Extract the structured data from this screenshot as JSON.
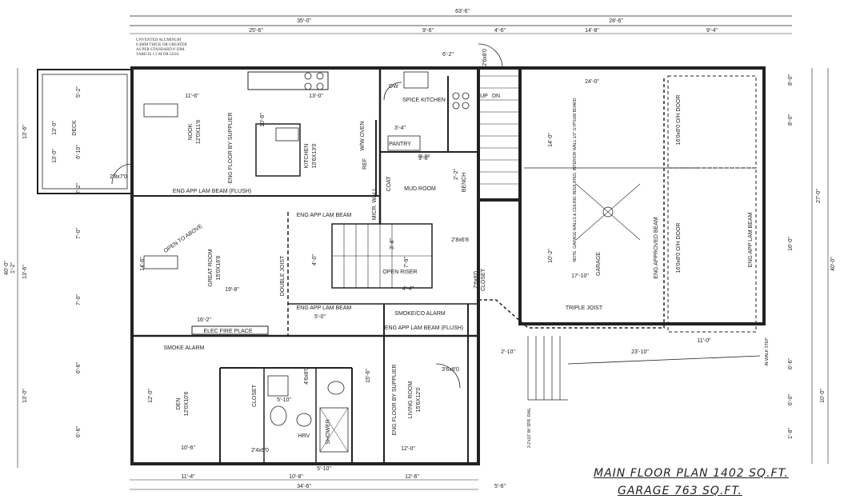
{
  "title": {
    "line1": "MAIN FLOOR PLAN 1402 SQ.FT.",
    "line2": "GARAGE 763 SQ.FT."
  },
  "notes": {
    "top_left": [
      "UNVENTED ALUMINUM",
      "0.4mm THICK OR GREATER",
      "AS PER STANDARD 8' DIM.",
      "YARD IS 1.2 M OR LESS"
    ]
  },
  "overall_dims": {
    "total": "63'-6\"",
    "house": "35'-0\"",
    "garage": "28'-6\"",
    "left_depth": "40'-0\"",
    "right_depth": "40'-0\"",
    "right_total": "27'-0\""
  },
  "top_dims": [
    "25'-6\"",
    "9'-6\"",
    "4'-6\"",
    "14'-8\"",
    "9'-4\""
  ],
  "bottom_dims": [
    "11'-4\"",
    "10'-8\"",
    "12'-6\"",
    "34'-6\"",
    "5'-6\"",
    "5'-10\""
  ],
  "left_dims": [
    "13'-6\"",
    "13'-0\"",
    "6'-10\"",
    "5'-2\"",
    "2'-2\"",
    "7'-0\"",
    "7'-0\"",
    "13'-6\"",
    "6'-6\"",
    "13'-0\"",
    "6'-6\"",
    "1'-2\""
  ],
  "right_dims": [
    "8'-0\"",
    "16'-0\"",
    "8'-0\"",
    "6'-6\"",
    "6'-0\"",
    "10'-0\"",
    "1'-8\""
  ],
  "rooms": [
    {
      "name": "DECK",
      "size": "13'-0\""
    },
    {
      "name": "NOOK",
      "size": "12'0X11'6"
    },
    {
      "name": "KITCHEN",
      "size": "10'6X13'0"
    },
    {
      "name": "SPICE KITCHEN",
      "size": "6'-2\""
    },
    {
      "name": "PANTRY",
      "size": "3'-4\""
    },
    {
      "name": "MUD ROOM",
      "size": "9'-0\""
    },
    {
      "name": "GREAT ROOM",
      "size": "15'0X16'6"
    },
    {
      "name": "OPEN RISER",
      "size": "7'-9\""
    },
    {
      "name": "GARAGE",
      "size": "24'-0\""
    },
    {
      "name": "DEN",
      "size": "12'0X10'6"
    },
    {
      "name": "LIVING ROOM",
      "size": "15'6X12'0"
    },
    {
      "name": "CLOSET",
      "size": "4'6x8'0"
    },
    {
      "name": "CLOSET",
      "size": "2'6x8'0"
    },
    {
      "name": "BENCH",
      "size": "2'-2\""
    }
  ],
  "labels": [
    "ENG APP LAM BEAM (FLUSH)",
    "ENG APP LAM BEAM",
    "ENG APP LAM BEAM (FLUSH)",
    "ENG FLOOR BY SUPPLIER",
    "ENG FLOOR BY SUPPLIER",
    "ENG APP LAM BEAM",
    "ENG APPROVED BEAM",
    "ENG APP LAM BEAM",
    "16'0x8'0 O/H DOOR",
    "16'0x8'0 O/H DOOR",
    "DOUBLE JOIST",
    "TRIPLE JOIST",
    "OPEN TO ABOVE",
    "ELEC FIRE PLACE",
    "SMOKE ALARM",
    "SMOKE/CO ALARM",
    "HRV",
    "SHOWER",
    "UP",
    "DN",
    "REF",
    "W/W OVEN",
    "MICR. WALL",
    "DW",
    "COAT",
    "NOTE: GARAGE WALLS & CEILING INSULATED, INTERIOR WALL 1/2\" GYPSUM BOARD",
    "IN-WALK STEP",
    "3-2'x10' W/ SPR. RAIL",
    "11'-6\"",
    "13'-0\"",
    "14'-0\"",
    "10'-6\"",
    "5'-0\"",
    "9'-0\"",
    "16'-2\"",
    "19'-8\"",
    "17'-10\"",
    "23'-10\"",
    "11'-0\"",
    "10'-2\"",
    "14'-6\"",
    "4'-0\"",
    "4'-4\"",
    "3'-8\"",
    "12'-0\"",
    "15'-6\"",
    "10'-6\"",
    "12'-0\"",
    "2'-10\"",
    "2'8x7'0",
    "2'8x6'8",
    "3'6x8'0",
    "2'4x6'0",
    "5'-10\"",
    "2'6x8'0"
  ]
}
